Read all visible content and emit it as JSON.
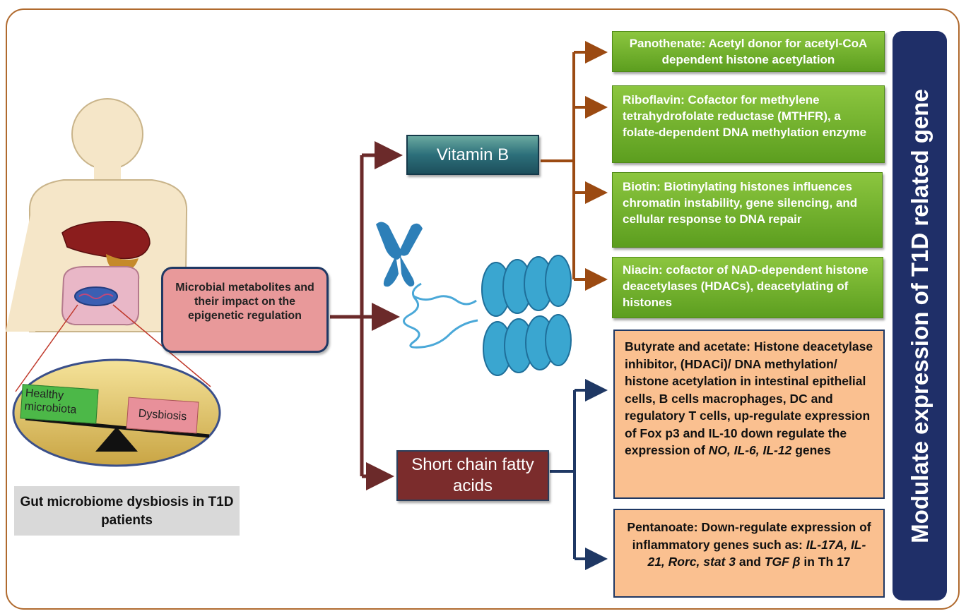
{
  "left": {
    "healthy": "Healthy microbiota",
    "dysbiosis": "Dysbiosis",
    "caption": "Gut microbiome dysbiosis in T1D patients"
  },
  "center": {
    "metabolites": "Microbial metabolites and their impact on the epigenetic regulation",
    "vitamin_b": "Vitamin B",
    "scfa": "Short chain fatty acids"
  },
  "vitamin_effects": [
    "Panothenate: Acetyl donor for acetyl-CoA dependent histone acetylation",
    "Riboflavin: Cofactor for methylene tetrahydrofolate reductase (MTHFR), a folate-dependent DNA methylation enzyme",
    "Biotin: Biotinylating histones influences chromatin instability, gene silencing, and cellular response to DNA repair",
    "Niacin: cofactor of NAD-dependent histone deacetylases (HDACs), deacetylating of histones"
  ],
  "scfa_effects": {
    "butyrate_text": "Butyrate and acetate: Histone deacetylase inhibitor, (HDACi)/ DNA methylation/ histone acetylation in intestinal epithelial cells, B cells macrophages, DC and regulatory T cells, up-regulate expression of Fox p3 and IL-10 down regulate the expression of",
    "butyrate_genes": "NO, IL-6, IL-12",
    "butyrate_tail": " genes",
    "pentanoate_text": "Pentanoate: Down-regulate expression of inflammatory genes such as: ",
    "pentanoate_genes": "IL-17A, IL-21, Rorc, stat 3",
    "pentanoate_and": " and ",
    "pentanoate_tgf": "TGF β",
    "pentanoate_tail": " in Th 17"
  },
  "sidebar_label": "Modulate expression of T1D related gene",
  "icons": [
    "human-body-icon",
    "liver-icon",
    "intestine-icon",
    "balance-scale-icon",
    "chromosome-icon",
    "nucleosome-icon"
  ],
  "colors": {
    "frame": "#b06a2e",
    "brown_arrow": "#6b2a2a",
    "orange_arrow": "#9b4a12",
    "navy_arrow": "#1f3864",
    "green_box": "#6aab2a",
    "peach_box": "#fac090",
    "sidebar": "#1f2f68"
  }
}
